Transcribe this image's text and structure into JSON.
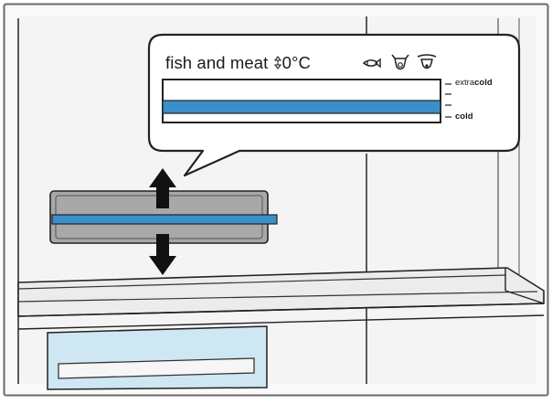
{
  "callout": {
    "label": "fish and meat",
    "temperature": "0°C",
    "temp_icon": "thermometer-icon",
    "food_icons": [
      "fish-icon",
      "pig-icon",
      "cow-icon"
    ]
  },
  "scale": {
    "top_prefix": "extra",
    "top_emph": "cold",
    "bottom": "cold"
  },
  "arrows": [
    "up-arrow-icon",
    "down-arrow-icon"
  ],
  "colors": {
    "accent": "#3a8fc9",
    "slider_body": "#a8a8a8",
    "shelf": "#e8e8e8",
    "drawer": "#cfe6f3",
    "line": "#222222",
    "frame": "#6a6a6a"
  }
}
